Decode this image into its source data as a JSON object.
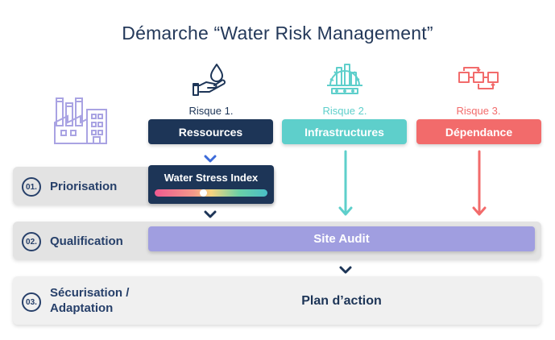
{
  "title": "Démarche “Water Risk Management”",
  "risks": [
    {
      "label": "Risque 1.",
      "name": "Ressources",
      "icon": "water-hand-icon",
      "color": "#1d3557"
    },
    {
      "label": "Risque 2.",
      "name": "Infrastructures",
      "icon": "industrial-gear-icon",
      "color": "#5ecfcb"
    },
    {
      "label": "Risque 3.",
      "name": "Dépendance",
      "icon": "connected-boxes-icon",
      "color": "#f26b6b"
    }
  ],
  "steps": [
    {
      "number": "01.",
      "label": "Priorisation"
    },
    {
      "number": "02.",
      "label": "Qualification"
    },
    {
      "number": "03.",
      "label_line1": "Sécurisation /",
      "label_line2": "Adaptation"
    }
  ],
  "water_stress_index": {
    "label": "Water Stress Index"
  },
  "site_audit": {
    "label": "Site Audit"
  },
  "plan_action": {
    "label": "Plan d’action"
  },
  "colors": {
    "navy": "#1d3557",
    "teal": "#5ecfcb",
    "coral": "#f26b6b",
    "purple": "#a09ee0",
    "factory": "#a9a3e3"
  }
}
